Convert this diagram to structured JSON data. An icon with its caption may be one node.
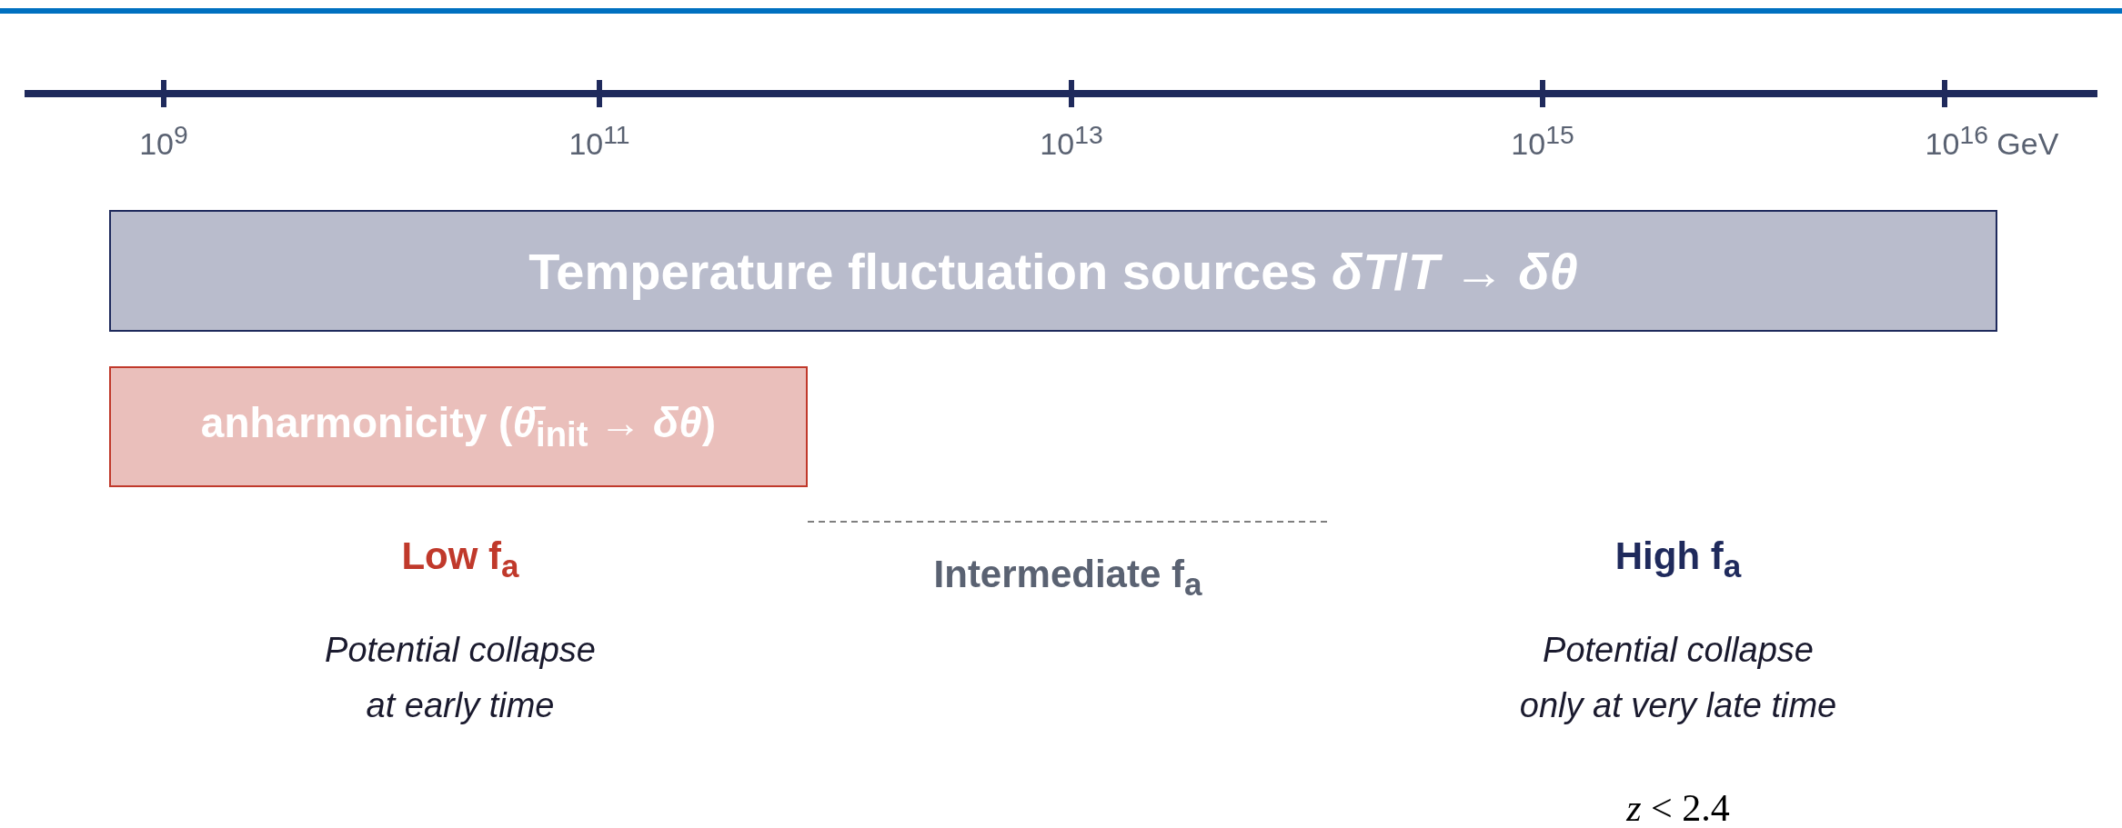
{
  "diagram": {
    "nodes": [
      {
        "text": [
          "Temperature fluctuation sources *δT*/*T* → *δθ*"
        ]
      },
      {
        "text": [
          "anharmonicity (*θ̄*$_{init}$ → *δθ*)"
        ]
      }
    ],
    "labels": [
      "10$^{9}$",
      "10$^{11}$",
      "10$^{13}$",
      "10$^{15}$",
      "10$^{16}$ GeV",
      "Low f$_{a}$",
      "Intermediate f$_{a}$",
      "High f$_{a}$",
      "Potential collapse at early time",
      "Potential collapse only at very late time",
      "*z* < 2.4"
    ]
  }
}
